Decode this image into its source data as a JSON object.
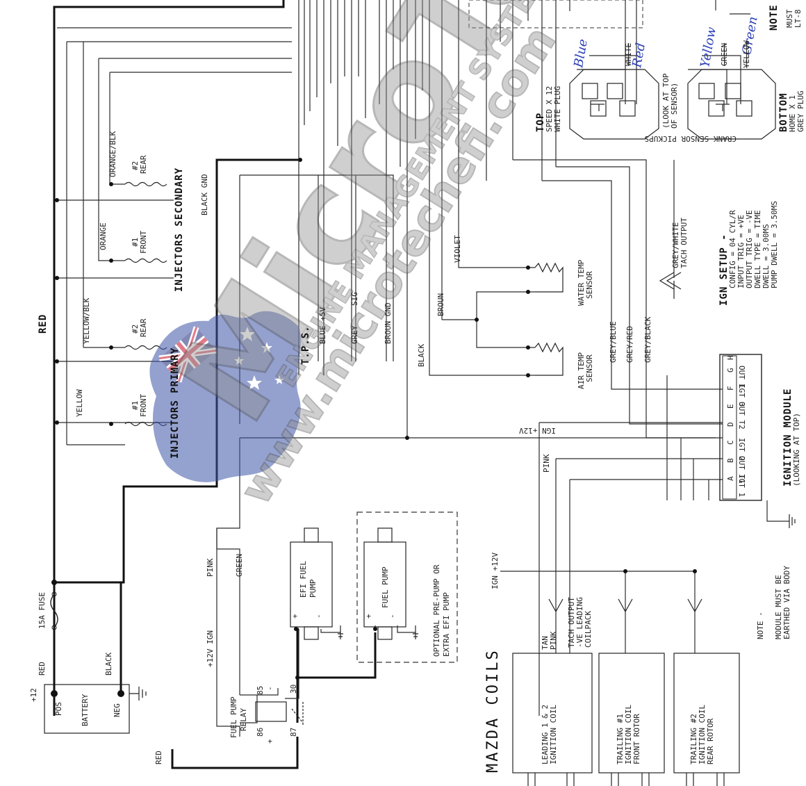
{
  "battery": {
    "label": "BATTERY",
    "pos": "POS",
    "neg": "NEG",
    "plus12": "+12",
    "red": "RED",
    "black": "BLACK"
  },
  "fuse": {
    "label": "15A FUSE"
  },
  "red_wire_main": "RED",
  "red_wire_bottom": "RED",
  "relay": {
    "label1": "FUEL PUMP",
    "label2": "RELAY",
    "p85": "85",
    "p86": "86",
    "p30": "30",
    "p87": "87",
    "plus": "+",
    "minus": "-"
  },
  "relay_feed": {
    "ign12": "+12V IGN",
    "pink": "PINK",
    "green": "GREEN"
  },
  "efi_pump": {
    "label1": "EFI FUEL",
    "label2": "PUMP",
    "plus": "+",
    "minus": "-"
  },
  "fuel_pump": {
    "label": "FUEL PUMP",
    "plus": "+",
    "minus": "-"
  },
  "optional": {
    "line1": "OPTIONAL PRE-PUMP OR",
    "line2": "EXTRA EFI PUMP"
  },
  "mazda": "MAZDA COILS",
  "coils": [
    {
      "line1": "LEADING 1 & 2",
      "line2": "IGNITION COIL",
      "line3": ""
    },
    {
      "line1": "TRAILING #1",
      "line2": "IGNITION COIL",
      "line3": "FRONT ROTOR"
    },
    {
      "line1": "TRAILING #2",
      "line2": "IGNITION COIL",
      "line3": "REAR ROTOR"
    }
  ],
  "coil_wires": {
    "ign12": "IGN +12V",
    "tan": "TAN",
    "pink": "PINK",
    "tach1": "TACH OUTPUT",
    "tach2": "-VE LEADING",
    "tach3": "COILPACK",
    "pink_vert": "PINK",
    "ign_top": "IGN +12V"
  },
  "module": {
    "title": "IGNITION MODULE",
    "subtitle": "(LOOKING AT TOP)",
    "pins": [
      "A",
      "B",
      "C",
      "D",
      "E",
      "F",
      "G",
      "H"
    ],
    "signals": [
      "IGT 1",
      "OUT T1",
      "IGT 2",
      "",
      "OUT T2",
      "IGT 3",
      "OUT L",
      ""
    ],
    "note1": "NOTE -",
    "note2": "MODULE MUST BE",
    "note3": "EARTHED VIA BODY"
  },
  "grey_wires": [
    "GREY/BLUE",
    "GREY/RED",
    "GREY/BLACK"
  ],
  "ign_setup": {
    "title": "IGN SETUP -",
    "lines": [
      "CONFIG = 04 CYL/R",
      "INPUT TRIG = +VE",
      "OUTPUT TRIG = -VE",
      "DWELL TYPE = TIME",
      "DWELL = 3.00MS",
      "PUMP DWELL = 3.50MS"
    ]
  },
  "tach": {
    "line1": "GREY/WHITE",
    "line2": "TACH OUTPUT"
  },
  "crank": {
    "title": "CRANK SENSOR PICKUPS",
    "top1": "TOP",
    "top2": "SPEED X 12",
    "top3": "WHITE PLUG",
    "look1": "(LOOK AT TOP",
    "look2": "OF SENSOR)",
    "bot1": "BOTTOM",
    "bot2": "HOME X 1",
    "bot3": "GREY PLUG",
    "hand_blue": "Blue",
    "hand_red": "Red",
    "hand_yellow": "Yellow",
    "hand_green": "Green",
    "struck1": "WHITE",
    "struck2": "GREEN",
    "struck3": "YELLOW"
  },
  "sensors": {
    "water1": "WATER TEMP",
    "water2": "SENSOR",
    "air1": "AIR TEMP",
    "air2": "SENSOR",
    "violet": "VIOLET",
    "broun": "BROUN",
    "black": "BLACK"
  },
  "tps": {
    "label": "T.P.S.",
    "blue": "BLUE +5V",
    "grey": "GREY",
    "sig": "SIG",
    "broun": "BROUN GND"
  },
  "black_gnd": "BLACK GND",
  "injectors": {
    "primary": "INJECTORS PRIMARY",
    "secondary": "INJECTORS SECONDARY",
    "wires": [
      "YELLOW",
      "YELLOW/BLK",
      "ORANGE",
      "ORANGE/BLK"
    ],
    "items": [
      {
        "num": "#1",
        "pos": "FRONT"
      },
      {
        "num": "#2",
        "pos": "REAR"
      },
      {
        "num": "#1",
        "pos": "FRONT"
      },
      {
        "num": "#2",
        "pos": "REAR"
      }
    ]
  },
  "top_right": {
    "note": "NOTE",
    "must": "MUST",
    "lt": "LT-8"
  },
  "watermark": {
    "brand": "MicroTech",
    "tag1": "ENGINE MANAGEMENT SYSTEMS",
    "url": "www.microtechefi.com"
  },
  "colors": {
    "line": "#1a1a1a",
    "thin": "#333333",
    "wm_grey": "#9a9a9a",
    "hand_blue": "#2b3fb8",
    "aus_blue": "#3d55a8"
  }
}
